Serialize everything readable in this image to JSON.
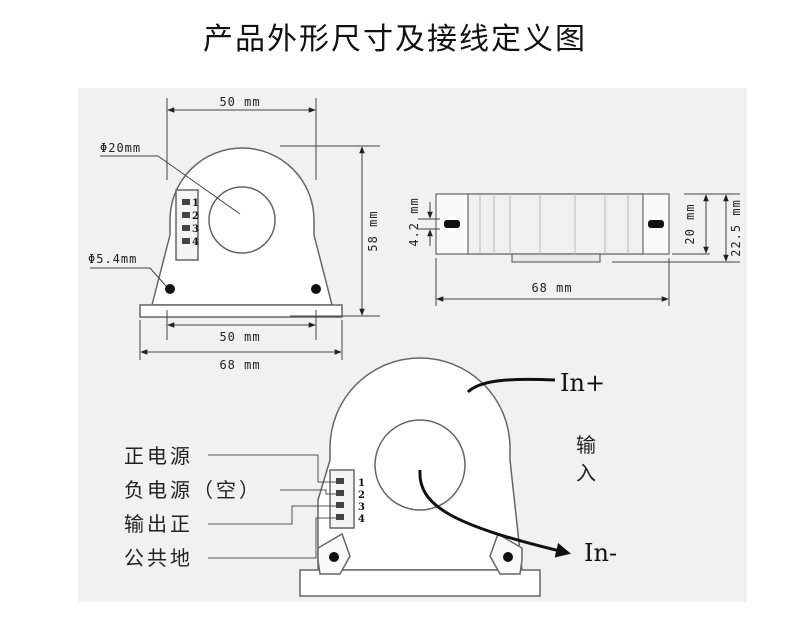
{
  "title": "产品外形尺寸及接线定义图",
  "dimensions": {
    "top_width": "50 mm",
    "hole_dia": "Φ20mm",
    "mount_hole": "Φ5.4mm",
    "height": "58 mm",
    "bottom_pitch": "50 mm",
    "bottom_total": "68 mm",
    "side_slot": "4.2 mm",
    "side_length": "68 mm",
    "side_height_a": "20 mm",
    "side_height_b": "22.5 mm"
  },
  "pins": [
    "1",
    "2",
    "3",
    "4"
  ],
  "wiring": {
    "pin1": "正电源",
    "pin2": "负电源（空）",
    "pin3": "输出正",
    "pin4": "公共地",
    "in_plus": "In+",
    "in_minus": "In-",
    "input_line1": "输",
    "input_line2": "入"
  }
}
